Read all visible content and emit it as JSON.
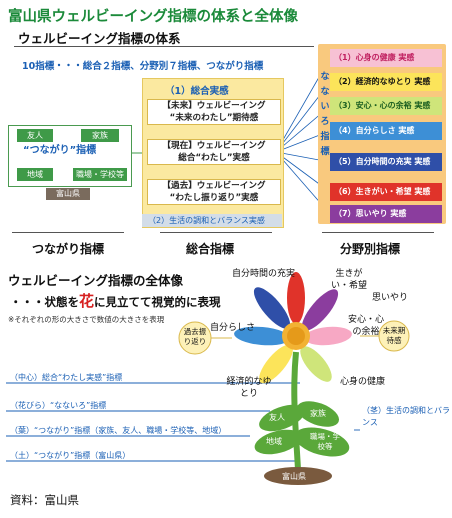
{
  "title": "富山県ウェルビーイング指標の体系と全体像",
  "system": {
    "heading": "ウェルビーイング指標の体系",
    "summary": "10指標・・・総合２指標、分野別７指標、つながり指標"
  },
  "tsunagari": {
    "cells": [
      "友人",
      "家族",
      "地域",
      "職場・学校等"
    ],
    "center": "“つながり”指標",
    "base": "富山県",
    "category": "つながり指標"
  },
  "sogo": {
    "head": "（1）総合実感",
    "items": [
      {
        "line1": "【未来】ウェルビーイング",
        "line2": "“未来のわたし”期待感"
      },
      {
        "line1": "【現在】ウェルビーイング",
        "line2": "総合“わたし”実感"
      },
      {
        "line1": "【過去】ウェルビーイング",
        "line2": "“わたし振り返り”実感"
      }
    ],
    "foot": "（2）生活の調和とバランス実感",
    "category": "総合指標"
  },
  "nanairo": {
    "vertical": [
      "な",
      "な",
      "い",
      "ろ",
      "指",
      "標"
    ],
    "items": [
      {
        "label": "（1）心身の健康 実感",
        "color": "#f7c1d4",
        "text_color": "#c02060"
      },
      {
        "label": "（2）経済的なゆとり 実感",
        "color": "#fce45a",
        "text_color": "#111111"
      },
      {
        "label": "（3）安心・心の余裕 実感",
        "color": "#cfe57a",
        "text_color": "#1b5e20"
      },
      {
        "label": "（4）自分らしさ 実感",
        "color": "#3d8fd6",
        "text_color": "#ffffff"
      },
      {
        "label": "（5）自分時間の充実 実感",
        "color": "#2f4fa8",
        "text_color": "#ffffff"
      },
      {
        "label": "（6）生きがい・希望 実感",
        "color": "#e0332a",
        "text_color": "#ffffff"
      },
      {
        "label": "（7）思いやり 実感",
        "color": "#8b3d9e",
        "text_color": "#ffffff"
      }
    ],
    "category": "分野別指標"
  },
  "overview": {
    "heading": "ウェルビーイング指標の全体像",
    "desc_pre": "・・・状態を",
    "desc_hana": "花",
    "desc_post": "に見立てて視覚的に表現",
    "note": "※それぞれの形の大きさで数値の大きさを表現",
    "petal_labels": {
      "jibun_jikan": "自分時間の充実",
      "ikigai": "生きがい・希望",
      "omoiyari": "思いやり",
      "anshin": "安心・心の余裕",
      "jibunrashisa": "自分らしさ",
      "keizai": "経済的なゆとり",
      "shinshin": "心身の健康"
    },
    "past": "過去振り返り",
    "future": "未来期待感",
    "leaves": [
      "友人",
      "家族",
      "地域",
      "職場・学校等"
    ],
    "soil": "富山県",
    "stem_label": "（茎）生活の調和とバランス",
    "rows": [
      "（中心）総合“わたし実感”指標",
      "（花びら）“なないろ”指標",
      "（葉）“つながり”指標（家族、友人、職場・学校等、地域）",
      "（土）“つながり”指標（富山県）"
    ]
  },
  "source": "資料：富山県"
}
